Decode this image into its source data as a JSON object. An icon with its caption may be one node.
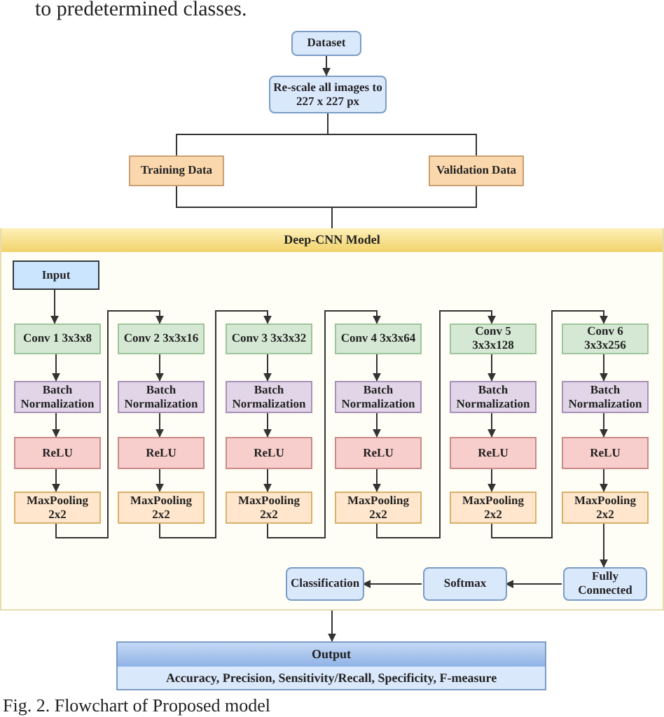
{
  "diagram": {
    "caption": "Fig. 2. Flowchart of Proposed model",
    "labels": [
      "to predetermined classes."
    ],
    "nodes": [
      {
        "text": [
          "Dataset"
        ]
      },
      {
        "text": [
          "Re-scale all images to 227 x 227 px"
        ]
      },
      {
        "text": [
          "Training Data"
        ]
      },
      {
        "text": [
          "Validation Data"
        ]
      },
      {
        "text": [
          "Deep-CNN Model"
        ]
      },
      {
        "text": [
          "Input"
        ],
        "in": 4
      },
      {
        "text": [
          "Conv 1 3x3x8"
        ],
        "in": 4
      },
      {
        "text": [
          "Batch Normalization"
        ],
        "in": 4
      },
      {
        "text": [
          "ReLU"
        ],
        "in": 4
      },
      {
        "text": [
          "MaxPooling 2x2"
        ],
        "in": 4
      },
      {
        "text": [
          "Conv 2 3x3x16"
        ],
        "in": 4
      },
      {
        "text": [
          "Batch Normalization"
        ],
        "in": 4
      },
      {
        "text": [
          "ReLU"
        ],
        "in": 4
      },
      {
        "text": [
          "MaxPooling 2x2"
        ],
        "in": 4
      },
      {
        "text": [
          "Conv 3 3x3x32"
        ],
        "in": 4
      },
      {
        "text": [
          "Batch Normalization"
        ],
        "in": 4
      },
      {
        "text": [
          "ReLU"
        ],
        "in": 4
      },
      {
        "text": [
          "MaxPooling 2x2"
        ],
        "in": 4
      },
      {
        "text": [
          "Conv 4 3x3x64"
        ],
        "in": 4
      },
      {
        "text": [
          "Batch Normalization"
        ],
        "in": 4
      },
      {
        "text": [
          "ReLU"
        ],
        "in": 4
      },
      {
        "text": [
          "MaxPooling 2x2"
        ],
        "in": 4
      },
      {
        "text": [
          "Conv 5 3x3x128"
        ],
        "in": 4
      },
      {
        "text": [
          "Batch Normalization"
        ],
        "in": 4
      },
      {
        "text": [
          "ReLU"
        ],
        "in": 4
      },
      {
        "text": [
          "MaxPooling 2x2"
        ],
        "in": 4
      },
      {
        "text": [
          "Conv 6 3x3x256"
        ],
        "in": 4
      },
      {
        "text": [
          "Batch Normalization"
        ],
        "in": 4
      },
      {
        "text": [
          "ReLU"
        ],
        "in": 4
      },
      {
        "text": [
          "MaxPooling 2x2"
        ],
        "in": 4
      },
      {
        "text": [
          "Fully Connected"
        ],
        "in": 4
      },
      {
        "text": [
          "Softmax"
        ],
        "in": 4
      },
      {
        "text": [
          "Classification"
        ],
        "in": 4
      },
      {
        "text": [
          "Output",
          "Accuracy, Precision, Sensitivity/Recall, Specificity, F-measure"
        ]
      }
    ],
    "edges": [
      {
        "from": 0,
        "to": 1,
        "arrow": "to"
      },
      {
        "from": 1,
        "to": 2,
        "arrow": "none"
      },
      {
        "from": 1,
        "to": 3,
        "arrow": "none"
      },
      {
        "from": 2,
        "to": 4,
        "arrow": "none"
      },
      {
        "from": 3,
        "to": 4,
        "arrow": "none"
      },
      {
        "from": 5,
        "to": 6,
        "arrow": "to"
      },
      {
        "from": 6,
        "to": 7,
        "arrow": "to"
      },
      {
        "from": 7,
        "to": 8,
        "arrow": "to"
      },
      {
        "from": 8,
        "to": 9,
        "arrow": "to"
      },
      {
        "from": 9,
        "to": 10,
        "arrow": "to"
      },
      {
        "from": 10,
        "to": 11,
        "arrow": "to"
      },
      {
        "from": 11,
        "to": 12,
        "arrow": "to"
      },
      {
        "from": 12,
        "to": 13,
        "arrow": "to"
      },
      {
        "from": 13,
        "to": 14,
        "arrow": "to"
      },
      {
        "from": 14,
        "to": 15,
        "arrow": "to"
      },
      {
        "from": 15,
        "to": 16,
        "arrow": "to"
      },
      {
        "from": 16,
        "to": 17,
        "arrow": "to"
      },
      {
        "from": 17,
        "to": 18,
        "arrow": "to"
      },
      {
        "from": 18,
        "to": 19,
        "arrow": "to"
      },
      {
        "from": 19,
        "to": 20,
        "arrow": "to"
      },
      {
        "from": 20,
        "to": 21,
        "arrow": "to"
      },
      {
        "from": 21,
        "to": 22,
        "arrow": "to"
      },
      {
        "from": 22,
        "to": 23,
        "arrow": "to"
      },
      {
        "from": 23,
        "to": 24,
        "arrow": "to"
      },
      {
        "from": 24,
        "to": 25,
        "arrow": "to"
      },
      {
        "from": 25,
        "to": 26,
        "arrow": "to"
      },
      {
        "from": 26,
        "to": 27,
        "arrow": "to"
      },
      {
        "from": 27,
        "to": 28,
        "arrow": "to"
      },
      {
        "from": 28,
        "to": 29,
        "arrow": "to"
      },
      {
        "from": 29,
        "to": 30,
        "arrow": "to"
      },
      {
        "from": 30,
        "to": 31,
        "arrow": "to"
      },
      {
        "from": 31,
        "to": 32,
        "arrow": "to"
      },
      {
        "from": 4,
        "to": 33,
        "arrow": "to"
      }
    ]
  }
}
